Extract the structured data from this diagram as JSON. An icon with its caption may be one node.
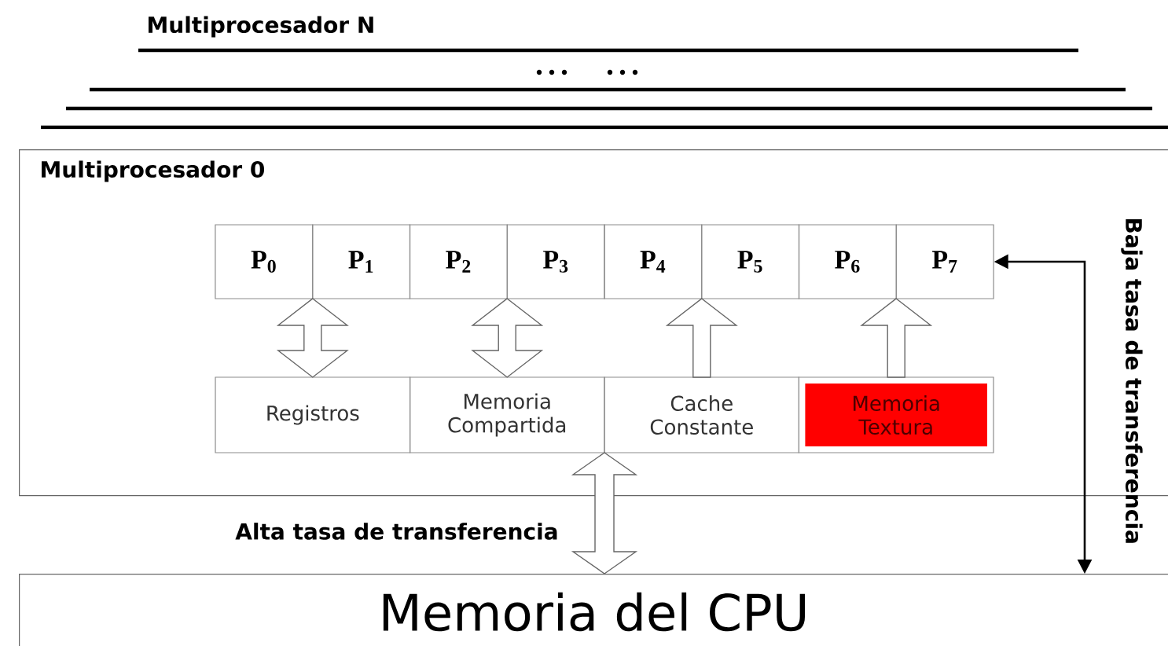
{
  "diagram": {
    "nodes": [
      {
        "text": [
          "Multiprocesador 0"
        ]
      },
      {
        "text": [
          "P$_{0}$"
        ],
        "in": 0
      },
      {
        "text": [
          "P$_{1}$"
        ],
        "in": 0
      },
      {
        "text": [
          "P$_{2}$"
        ],
        "in": 0
      },
      {
        "text": [
          "P$_{3}$"
        ],
        "in": 0
      },
      {
        "text": [
          "P$_{4}$"
        ],
        "in": 0
      },
      {
        "text": [
          "P$_{5}$"
        ],
        "in": 0
      },
      {
        "text": [
          "P$_{6}$"
        ],
        "in": 0
      },
      {
        "text": [
          "P$_{7}$"
        ],
        "in": 0
      },
      {
        "text": [
          "Registros"
        ],
        "in": 0
      },
      {
        "text": [
          "Memoria Compartida"
        ],
        "in": 0
      },
      {
        "text": [
          "Cache Constante"
        ],
        "in": 0
      },
      {
        "text": [
          "Memoria Textura"
        ],
        "in": 0
      },
      {
        "text": [
          "Memoria del CPU"
        ]
      }
    ],
    "edges": [
      {
        "from": 9,
        "to": 1,
        "arrow": "both"
      },
      {
        "from": 10,
        "to": 3,
        "arrow": "both"
      },
      {
        "from": 11,
        "to": 5,
        "arrow": "to"
      },
      {
        "from": 12,
        "to": 7,
        "arrow": "to"
      },
      {
        "from": 11,
        "to": 13,
        "arrow": "both",
        "label": "Alta tasa de transferencia"
      },
      {
        "from": 8,
        "to": 13,
        "arrow": "both",
        "label": "Baja tasa de transferencia"
      }
    ],
    "labels": [
      "Multiprocesador N"
    ]
  }
}
